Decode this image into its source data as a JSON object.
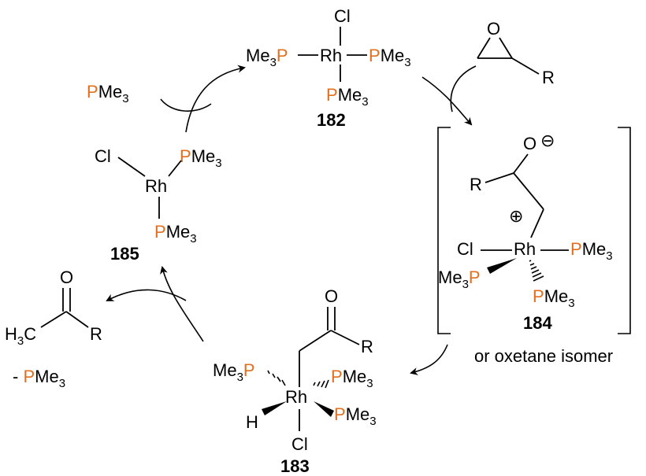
{
  "colors": {
    "phosphorus": "#e07020",
    "oxygen": "#e00000",
    "text": "#000000",
    "background": "#ffffff"
  },
  "atoms": {
    "P": "P",
    "Rh": "Rh",
    "Cl": "Cl",
    "O": "O",
    "R": "R",
    "H": "H",
    "C": "C"
  },
  "groups": {
    "me": "Me",
    "sub3": "3"
  },
  "charges": {
    "minus": "⊖",
    "plus": "⊕"
  },
  "compounds": {
    "c182": "182",
    "c183": "183",
    "c184": "184",
    "c185": "185"
  },
  "notes": {
    "oxetane": "or oxetane isomer",
    "minus_prefix": "-"
  }
}
